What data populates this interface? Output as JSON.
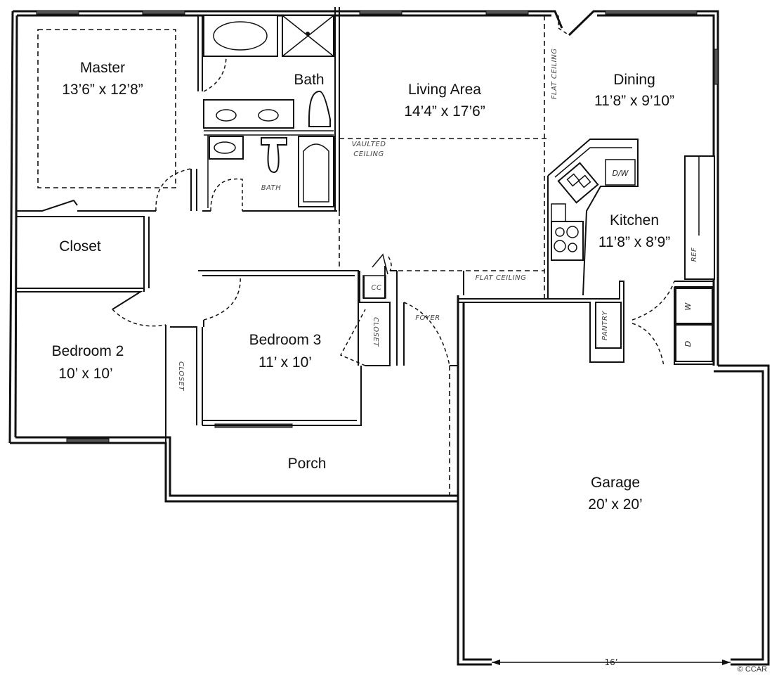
{
  "rooms": {
    "master": {
      "name": "Master",
      "size": "13’6” x 12’8”"
    },
    "bath": {
      "name": "Bath"
    },
    "living": {
      "name": "Living Area",
      "size": "14’4” x 17’6”"
    },
    "dining": {
      "name": "Dining",
      "size": "11’8” x 9’10”"
    },
    "kitchen": {
      "name": "Kitchen",
      "size": "11’8” x 8’9”"
    },
    "closet": {
      "name": "Closet"
    },
    "bedroom2": {
      "name": "Bedroom 2",
      "size": "10’ x 10’"
    },
    "bedroom3": {
      "name": "Bedroom 3",
      "size": "11’ x 10’"
    },
    "porch": {
      "name": "Porch"
    },
    "garage": {
      "name": "Garage",
      "size": "20’ x 20’"
    }
  },
  "labels": {
    "bath2": "BATH",
    "vaulted_ceiling_1": "VAULTED",
    "vaulted_ceiling_2": "CEILING",
    "flat_ceiling_top": "FLAT CEILING",
    "flat_ceiling_mid": "FLAT CEILING",
    "cc": "CC",
    "closet_bed3": "CLOSET",
    "closet_bed2": "CLOSET",
    "foyer": "FOYER",
    "dw": "D/W",
    "pantry": "PANTRY",
    "ref": "REF",
    "washer": "W",
    "dryer": "D",
    "garage_width": "16’"
  },
  "watermark": "© CCAR"
}
